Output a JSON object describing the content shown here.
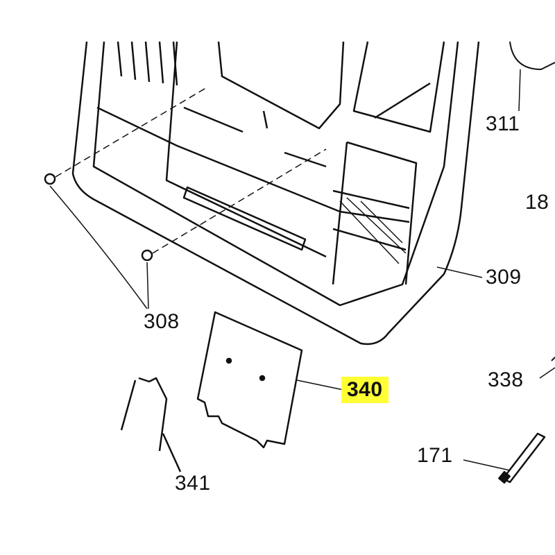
{
  "diagram": {
    "highlight_color": "#ffff33",
    "labels": {
      "p311": "311",
      "p18": "18",
      "p309": "309",
      "p308": "308",
      "p340": "340",
      "p338": "338",
      "p171": "171",
      "p341": "341"
    }
  }
}
